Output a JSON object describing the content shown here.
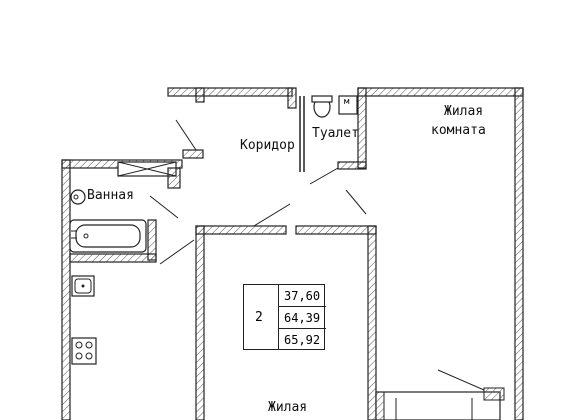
{
  "rooms": {
    "corridor": "Коридор",
    "toilet": "Туалет",
    "bathroom": "Ванная",
    "living_room_right_line1": "Жилая",
    "living_room_right_line2": "комната",
    "living_room_bottom_line1": "Жилая"
  },
  "fixtures": {
    "washer_mark": "м"
  },
  "area_box": {
    "room_count": "2",
    "living_area": "37,60",
    "total_area": "64,39",
    "total_area_with_balcony": "65,92"
  }
}
